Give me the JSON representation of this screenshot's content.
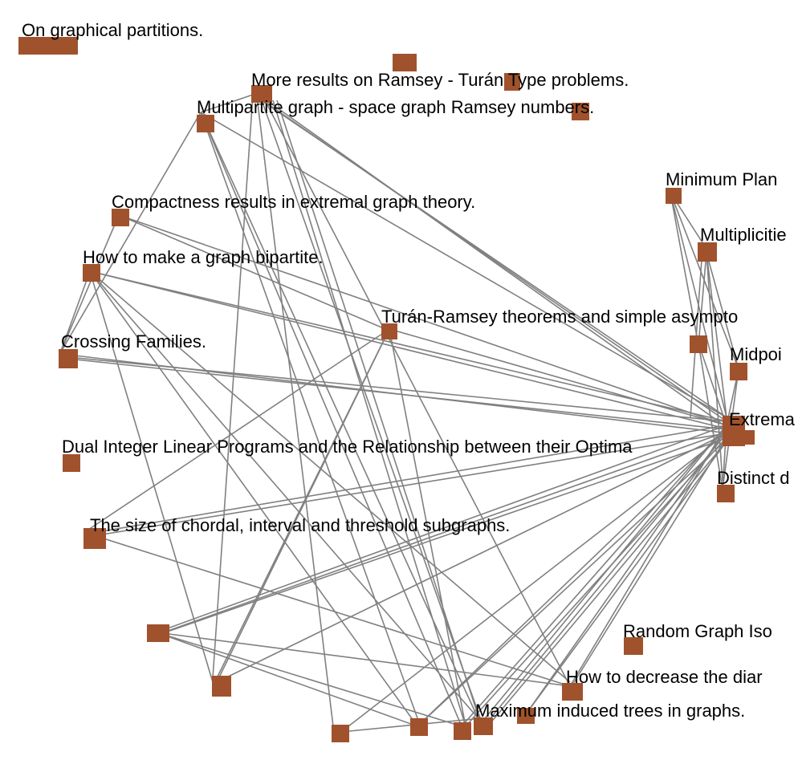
{
  "colors": {
    "background": "#ffffff",
    "edge": "#808080",
    "node_fill": "#a0522d",
    "node_fill_light": "#b5562c",
    "label": "#000000"
  },
  "labels": {
    "graphical_partitions": "On graphical partitions.",
    "ramsey_turan": "More results on Ramsey - Turán Type problems.",
    "multipartite": "Multipartite graph - space graph Ramsey numbers.",
    "minimum_plan": "Minimum Plan",
    "compactness": "Compactness results in extremal graph theory.",
    "multiplicitie": "Multiplicitie",
    "bipartite": "How to make a graph bipartite.",
    "turan_ramsey": "Turán-Ramsey theorems and simple asympto",
    "crossing": "Crossing Families.",
    "midpoi": "Midpoi",
    "extrema": "Extrema",
    "dual_integer": "Dual Integer Linear Programs and the Relationship between their Optima",
    "distinct": "Distinct d",
    "chordal": "The size of chordal, interval and threshold subgraphs.",
    "random_iso": "Random Graph Iso",
    "decrease_diam": "How to decrease the diar",
    "max_induced": "Maximum induced trees in graphs."
  }
}
